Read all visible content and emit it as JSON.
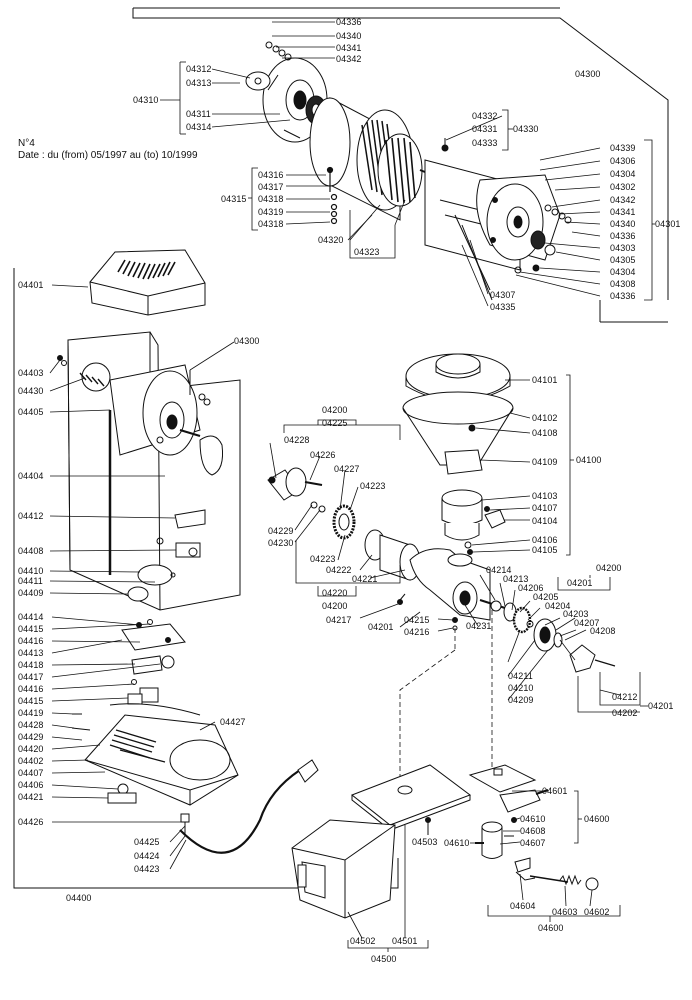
{
  "header": {
    "number": "N°4",
    "date": "Date : du (from) 05/1997 au (to) 10/1999"
  },
  "labels": {
    "motor": {
      "04336a": "04336",
      "04340a": "04340",
      "04341a": "04341",
      "04342a": "04342",
      "04312": "04312",
      "04313": "04313",
      "04310": "04310",
      "04311": "04311",
      "04314": "04314",
      "04300": "04300",
      "04332": "04332",
      "04331": "04331",
      "04333": "04333",
      "04330": "04330",
      "04339": "04339",
      "04306": "04306",
      "04304a": "04304",
      "04302": "04302",
      "04342b": "04342",
      "04341b": "04341",
      "04340b": "04340",
      "04336b": "04336",
      "04303": "04303",
      "04305": "04305",
      "04304b": "04304",
      "04308": "04308",
      "04336c": "04336",
      "04301": "04301",
      "04316": "04316",
      "04317": "04317",
      "04318a": "04318",
      "04315": "04315",
      "04319": "04319",
      "04318b": "04318",
      "04320": "04320",
      "04323": "04323",
      "04307": "04307",
      "04335": "04335"
    },
    "housing": {
      "04401": "04401",
      "04403": "04403",
      "04430": "04430",
      "04405": "04405",
      "04404": "04404",
      "04412": "04412",
      "04408": "04408",
      "04410": "04410",
      "04411": "04411",
      "04409": "04409",
      "04414": "04414",
      "04415a": "04415",
      "04416": "04416",
      "04413": "04413",
      "04418": "04418",
      "04417": "04417",
      "04416b": "04416",
      "04415b": "04415",
      "04419": "04419",
      "04428": "04428",
      "04429": "04429",
      "04420": "04420",
      "04402": "04402",
      "04407": "04407",
      "04406": "04406",
      "04421": "04421",
      "04426": "04426",
      "04427": "04427",
      "04425": "04425",
      "04424": "04424",
      "04423": "04423",
      "04400": "04400",
      "04300": "04300"
    },
    "grinder": {
      "04200": "04200",
      "04225": "04225",
      "04228": "04228",
      "04226": "04226",
      "04227": "04227",
      "04223a": "04223",
      "04229": "04229",
      "04230": "04230",
      "04223b": "04223",
      "04222": "04222",
      "04221": "04221",
      "04220": "04220",
      "04200b": "04200",
      "04217": "04217",
      "04201a": "04201",
      "04215": "04215",
      "04216": "04216",
      "04231": "04231",
      "04214": "04214",
      "04213": "04213",
      "04206": "04206",
      "04205": "04205",
      "04204": "04204",
      "04203": "04203",
      "04207": "04207",
      "04208": "04208",
      "04200c": "04200",
      "04201b": "04201",
      "04211": "04211",
      "04210": "04210",
      "04209": "04209",
      "04212": "04212",
      "04202": "04202",
      "04201c": "04201"
    },
    "hopper": {
      "04101": "04101",
      "04102": "04102",
      "04108": "04108",
      "04109": "04109",
      "04100": "04100",
      "04103": "04103",
      "04107": "04107",
      "04104": "04104",
      "04106": "04106",
      "04105": "04105"
    },
    "bottom": {
      "04601": "04601",
      "04610": "04610",
      "04608": "04608",
      "04607": "04607",
      "04600": "04600",
      "04610b": "04610",
      "04503": "04503",
      "04604": "04604",
      "04603": "04603",
      "04602": "04602",
      "04600b": "04600",
      "04502": "04502",
      "04501": "04501",
      "04500": "04500"
    }
  }
}
